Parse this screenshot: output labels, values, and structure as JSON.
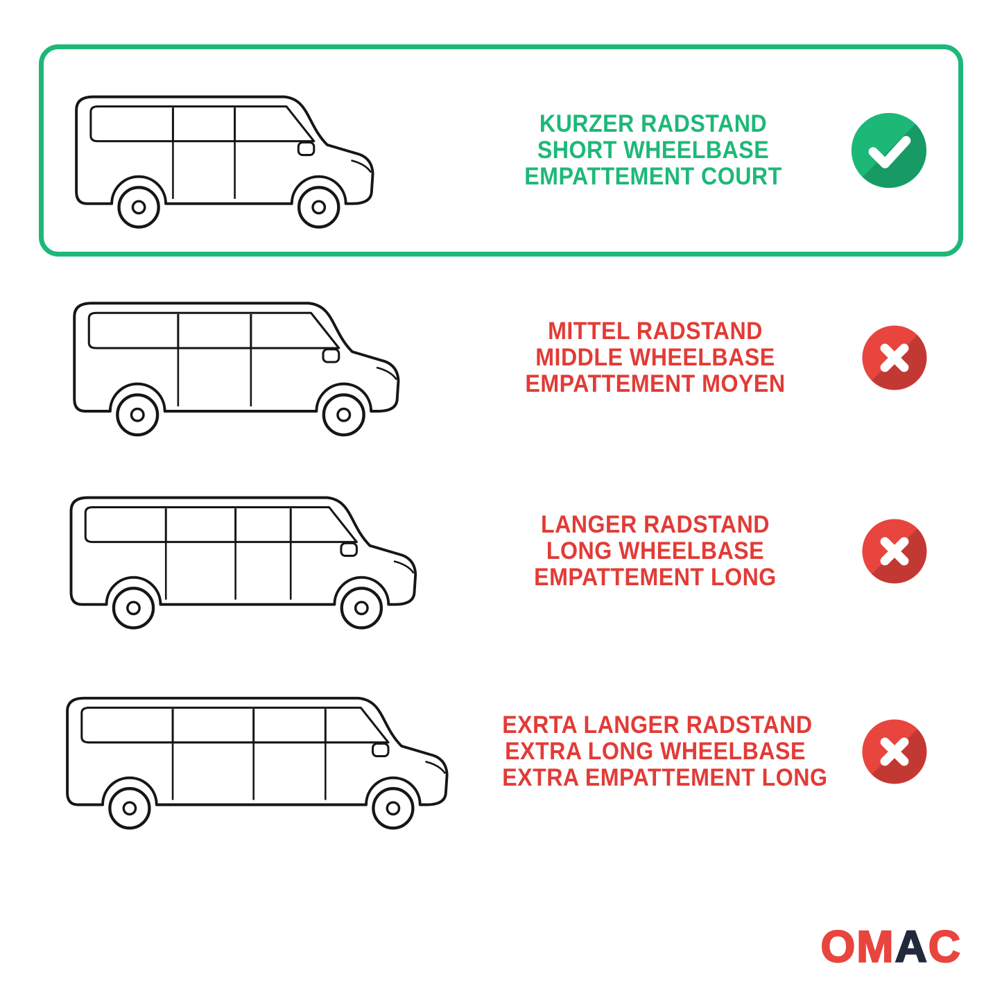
{
  "rows": [
    {
      "id": "short-wheelbase",
      "icon": "check-icon",
      "label_lines": [
        "KURZER RADSTAND",
        "SHORT WHEELBASE",
        "EMPATTEMENT COURT"
      ]
    },
    {
      "id": "middle-wheelbase",
      "icon": "cross-icon",
      "label_lines": [
        "MITTEL RADSTAND",
        "MIDDLE WHEELBASE",
        "EMPATTEMENT MOYEN"
      ]
    },
    {
      "id": "long-wheelbase",
      "icon": "cross-icon",
      "label_lines": [
        "LANGER RADSTAND",
        "LONG WHEELBASE",
        "EMPATTEMENT LONG"
      ]
    },
    {
      "id": "extra-long-wheelbase",
      "icon": "cross-icon",
      "label_lines": [
        "EXRTA LANGER RADSTAND",
        "EXTRA LONG WHEELBASE",
        "EXTRA EMPATTEMENT LONG"
      ]
    }
  ],
  "logo": {
    "letters": [
      "O",
      "M",
      "A",
      "C"
    ]
  },
  "colors": {
    "green": "#1DB878",
    "red": "#E8453F",
    "red_text": "#E23B36",
    "dark": "#202A3C"
  }
}
